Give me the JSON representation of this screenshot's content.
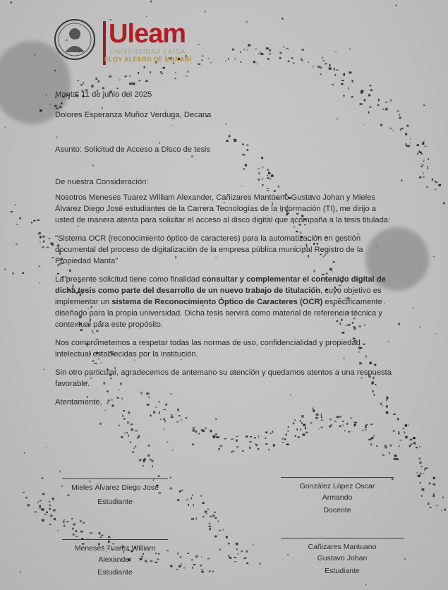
{
  "header": {
    "brand": "Uleam",
    "brand_sub": "UNIVERSIDAD LAICA",
    "brand_sub2": "ELOY ALFARO DE MANABÍ"
  },
  "letter": {
    "date": "Manta, 11 de junio del 2025",
    "recipient": "Dolores Esperanza Muñoz Verduga, Decana",
    "subject": "Asunto: Solicitud de Acceso a Disco de tesis",
    "salutation": "De nuestra Consideración:",
    "p1": "Nosotros Meneses Tuarez William Alexander, Cañizares Mantuano Gustavo Johan y Mieles Álvarez Diego José estudiantes de la Carrera Tecnologías de la Información (TI), me dirijo a usted de manera atenta para solicitar el acceso al disco digital que acompaña a la tesis titulada:",
    "quote": "\"Sistema OCR (reconocimiento óptico de caracteres) para la automatización en gestión documental del proceso de digitalización de la empresa pública municipal Registro de la Propiedad Manta\"",
    "p2_a": "La presente solicitud tiene como finalidad ",
    "p2_b": "consultar y complementar el contenido digital de dicha tesis como parte del desarrollo de un nuevo trabajo de titulación",
    "p2_c": ", cuyo objetivo es implementar un ",
    "p2_d": "sistema de Reconocimiento Óptico de Caracteres (OCR)",
    "p2_e": " específicamente diseñado para la propia universidad. Dicha tesis servirá como material de referencia técnica y contextual para este propósito.",
    "p3": "Nos comprometemos a respetar todas las normas de uso, confidencialidad y propiedad intelectual establecidas por la institución.",
    "p4": "Sin otro particular, agradecemos de antemano su atención y quedamos atentos a una respuesta favorable.",
    "closing": "Atentamente,"
  },
  "signatures": [
    {
      "name": "Mieles Álvarez Diego José",
      "role": "Estudiante"
    },
    {
      "name": "González López Oscar Armando",
      "role": "Docente"
    },
    {
      "name": "Meneses Tuarez William Alexander",
      "role": "Estudiante"
    },
    {
      "name": "Cañizares Mantuano Gustavo Johan",
      "role": "Estudiante"
    }
  ]
}
